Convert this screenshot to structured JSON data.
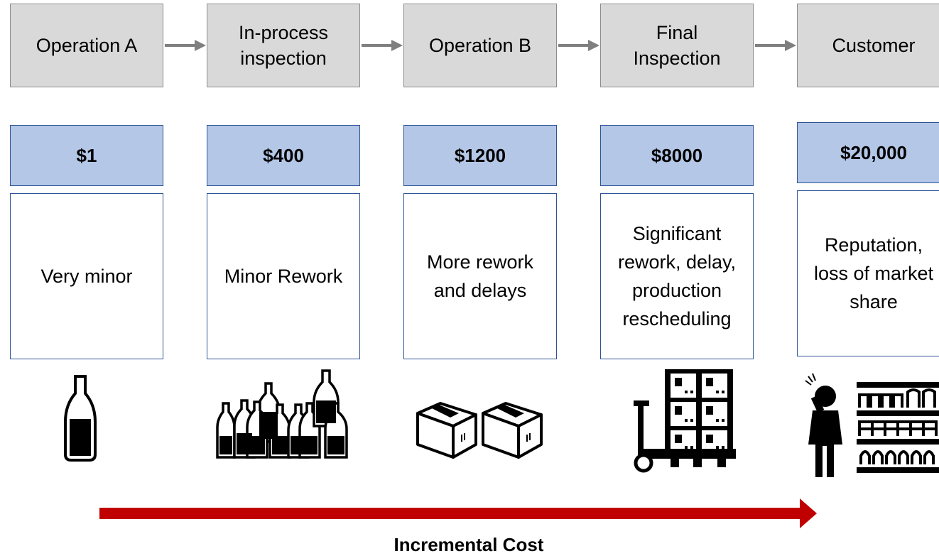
{
  "stages": [
    {
      "label": "Operation A"
    },
    {
      "label": "In-process\ninspection"
    },
    {
      "label": "Operation B"
    },
    {
      "label": "Final\nInspection"
    },
    {
      "label": "Customer"
    }
  ],
  "costs": [
    "$1",
    "$400",
    "$1200",
    "$8000",
    "$20,000"
  ],
  "impacts": [
    "Very minor",
    "Minor Rework",
    "More rework\nand delays",
    "Significant\nrework, delay,\nproduction\nrescheduling",
    "Reputation,\nloss of market\nshare"
  ],
  "illustrations": [
    "bottle-icon",
    "many-bottles-icon",
    "boxes-icon",
    "pallet-jack-icon",
    "upset-customer-shelves-icon"
  ],
  "axis": {
    "label": "Incremental Cost"
  },
  "colors": {
    "stage_fill": "#d9d9d9",
    "cost_fill": "#b4c7e7",
    "border_blue": "#2f5597",
    "arrow_red": "#c00000",
    "arrow_gray": "#7f7f7f"
  }
}
